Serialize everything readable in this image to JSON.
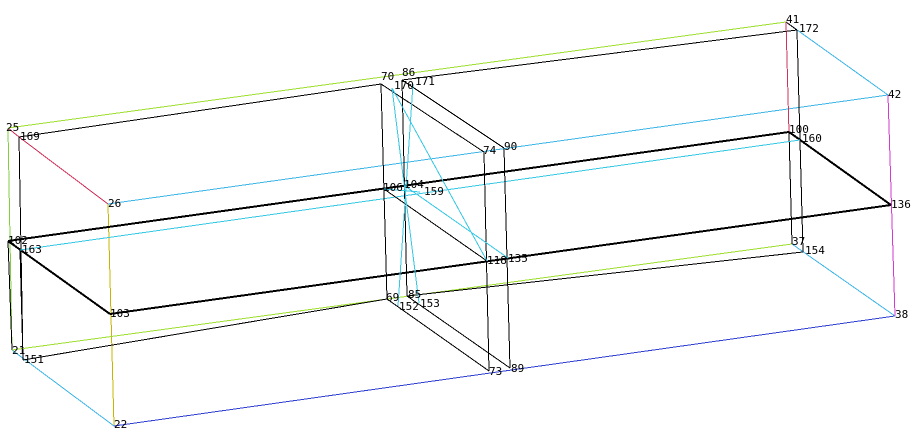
{
  "viewport": {
    "background": "#ffffff"
  },
  "colors": {
    "black": "#000000",
    "green": "#7fcf3f",
    "lime": "#9fdf2f",
    "yellow": "#c8b400",
    "cyan": "#37c8e6",
    "skyblue": "#3fb6e8",
    "magenta": "#d23ad2",
    "crimson": "#d2325a",
    "blue": "#2f3fd2"
  },
  "node_labels": {
    "n25": "25",
    "n169": "169",
    "n26": "26",
    "n102": "102",
    "n163": "163",
    "n103": "103",
    "n21": "21",
    "n151": "151",
    "n22": "22",
    "n70": "70",
    "n86": "86",
    "n170": "170",
    "n171": "171",
    "n74": "74",
    "n90": "90",
    "n106": "106",
    "n104": "104",
    "n159": "159",
    "n118": "118",
    "n135": "135",
    "n69": "69",
    "n85": "85",
    "n152": "152",
    "n153": "153",
    "n73": "73",
    "n89": "89",
    "n41": "41",
    "n172": "172",
    "n42": "42",
    "n100": "100",
    "n160": "160",
    "n136": "136",
    "n37": "37",
    "n154": "154",
    "n38": "38"
  }
}
